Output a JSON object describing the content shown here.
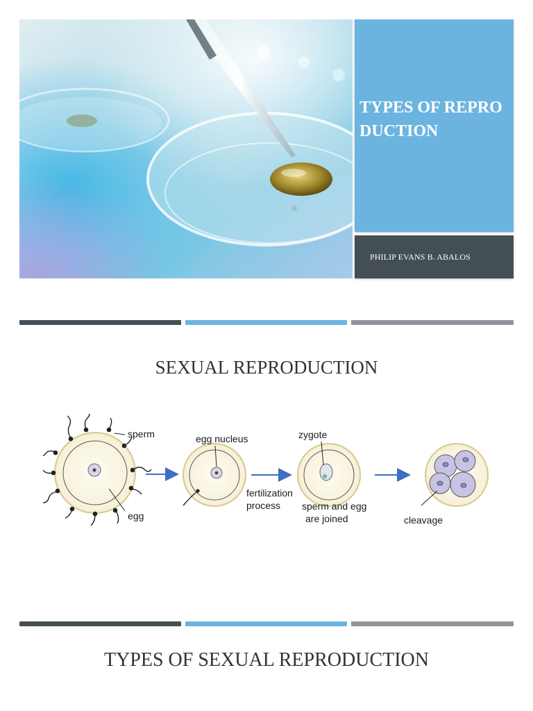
{
  "slide1": {
    "title": "TYPES OF REPRODUCTION",
    "author": "PHILIP EVANS B. ABALOS"
  },
  "slide2": {
    "title": "SEXUAL REPRODUCTION",
    "diagram_labels": {
      "sperm": "sperm",
      "egg": "egg",
      "egg_nucleus": "egg nucleus",
      "fertilization_line1": "fertilization",
      "fertilization_line2": "process",
      "zygote": "zygote",
      "joined_line1": "sperm and egg",
      "joined_line2": "are joined",
      "cleavage": "cleavage"
    }
  },
  "slide3": {
    "title": "TYPES OF SEXUAL REPRODUCTION"
  },
  "colors": {
    "accent_blue": "#6cb4e0",
    "dark_slate": "#444f55",
    "gray": "#8f959a",
    "text": "#333333"
  }
}
